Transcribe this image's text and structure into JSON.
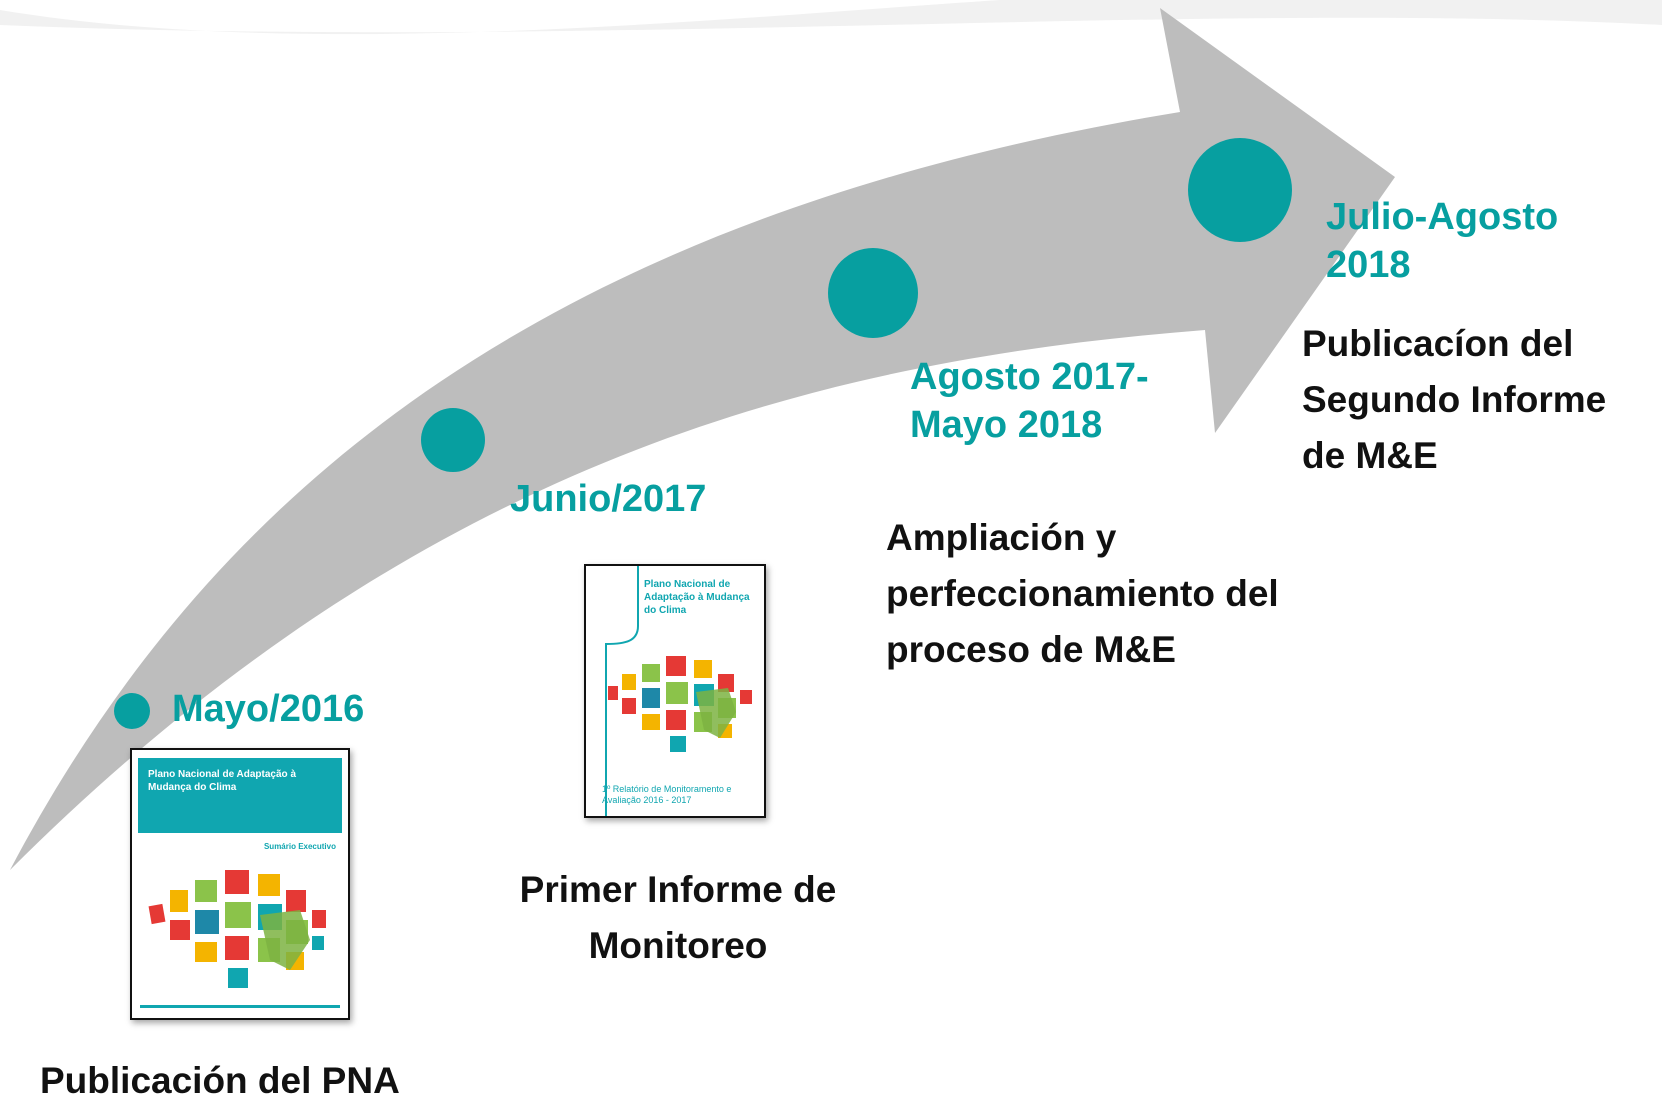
{
  "colors": {
    "teal": "#079fa0",
    "arrow": "#bdbdbd",
    "text": "#111111",
    "cover_band": "#10a6b0"
  },
  "milestones": [
    {
      "date_lines": [
        "Mayo/2016"
      ],
      "desc_lines": [
        "Publicación del PNA"
      ]
    },
    {
      "date_lines": [
        "Junio/2017"
      ],
      "desc_lines": [
        "Primer Informe de",
        "Monitoreo"
      ]
    },
    {
      "date_lines": [
        "Agosto 2017-",
        "Mayo 2018"
      ],
      "desc_lines": [
        "Ampliación y",
        "perfeccionamiento del",
        "proceso de M&E"
      ]
    },
    {
      "date_lines": [
        "Julio-Agosto",
        "2018"
      ],
      "desc_lines": [
        "Publicacíon del",
        "Segundo Informe",
        "de M&E"
      ]
    }
  ],
  "covers": [
    {
      "title": "Plano Nacional de Adaptação à Mudança do Clima",
      "subtitle": "Sumário Executivo"
    },
    {
      "title": "Plano Nacional de Adaptação à Mudança do Clima",
      "footer": "1º Relatório de Monitoramento e Avaliação 2016 - 2017"
    }
  ]
}
